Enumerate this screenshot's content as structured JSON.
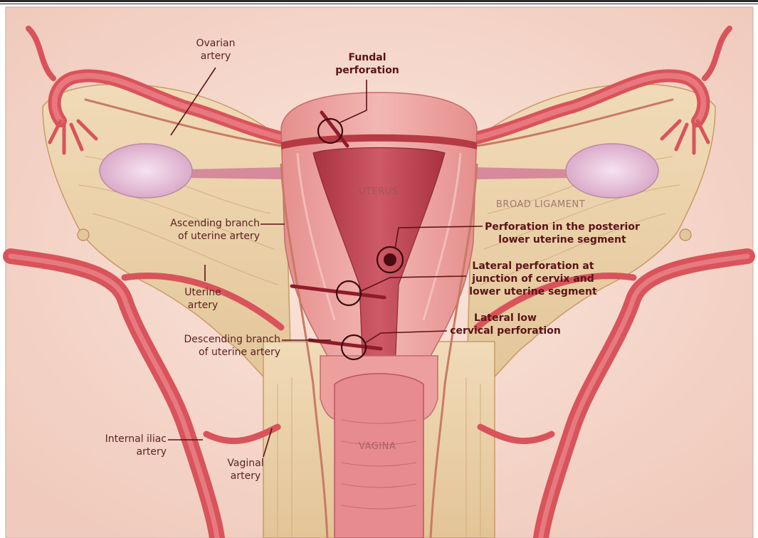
{
  "labels": {
    "ovarian_artery": [
      "Ovarian",
      "artery"
    ],
    "fundal_perforation": [
      "Fundal",
      "perforation"
    ],
    "uterus": "UTERUS",
    "broad_ligament": "BROAD LIGAMENT",
    "ascending_branch": [
      "Ascending branch",
      "of uterine artery"
    ],
    "posterior_perforation": [
      "Perforation in the posterior",
      "lower uterine segment"
    ],
    "lateral_perforation_junction": [
      "Lateral perforation at",
      "junction of cervix and",
      "lower uterine segment"
    ],
    "uterine_artery": [
      "Uterine",
      "artery"
    ],
    "lateral_low_cervical": [
      "Lateral low",
      "cervical perforation"
    ],
    "descending_branch": [
      "Descending branch",
      "of uterine artery"
    ],
    "internal_iliac": [
      "Internal iliac",
      "artery"
    ],
    "vaginal_artery": [
      "Vaginal",
      "artery"
    ],
    "vagina": "VAGINA"
  },
  "colors": {
    "background": "#f6d9cc",
    "artery": "#d9535b",
    "artery_dark": "#b53a43",
    "ligament": "#e9cfa6",
    "uterus_wall": "#eda3a0",
    "cavity": "#b9424f",
    "ovary": "#e7c2dc",
    "label_text": "#5a1317"
  }
}
